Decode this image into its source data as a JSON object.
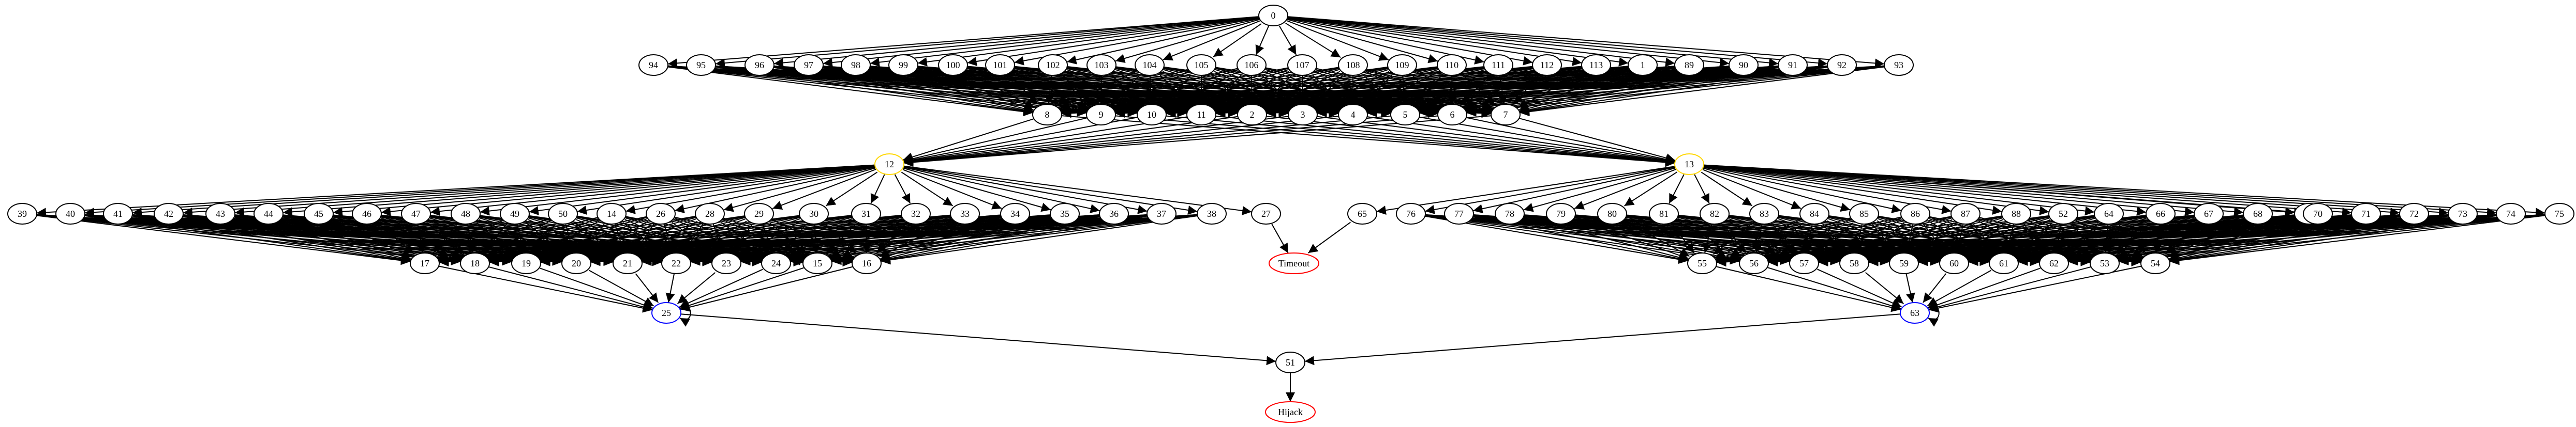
{
  "graph": {
    "nodes": [
      {
        "id": "0",
        "label": "0"
      },
      {
        "id": "94",
        "label": "94"
      },
      {
        "id": "95",
        "label": "95"
      },
      {
        "id": "96",
        "label": "96"
      },
      {
        "id": "97",
        "label": "97"
      },
      {
        "id": "98",
        "label": "98"
      },
      {
        "id": "99",
        "label": "99"
      },
      {
        "id": "100",
        "label": "100"
      },
      {
        "id": "101",
        "label": "101"
      },
      {
        "id": "102",
        "label": "102"
      },
      {
        "id": "103",
        "label": "103"
      },
      {
        "id": "104",
        "label": "104"
      },
      {
        "id": "105",
        "label": "105"
      },
      {
        "id": "106",
        "label": "106"
      },
      {
        "id": "107",
        "label": "107"
      },
      {
        "id": "108",
        "label": "108"
      },
      {
        "id": "109",
        "label": "109"
      },
      {
        "id": "110",
        "label": "110"
      },
      {
        "id": "111",
        "label": "111"
      },
      {
        "id": "112",
        "label": "112"
      },
      {
        "id": "113",
        "label": "113"
      },
      {
        "id": "1",
        "label": "1"
      },
      {
        "id": "89",
        "label": "89"
      },
      {
        "id": "90",
        "label": "90"
      },
      {
        "id": "91",
        "label": "91"
      },
      {
        "id": "92",
        "label": "92"
      },
      {
        "id": "93",
        "label": "93"
      },
      {
        "id": "8",
        "label": "8"
      },
      {
        "id": "9",
        "label": "9"
      },
      {
        "id": "10",
        "label": "10"
      },
      {
        "id": "11",
        "label": "11"
      },
      {
        "id": "2",
        "label": "2"
      },
      {
        "id": "3",
        "label": "3"
      },
      {
        "id": "4",
        "label": "4"
      },
      {
        "id": "5",
        "label": "5"
      },
      {
        "id": "6",
        "label": "6"
      },
      {
        "id": "7",
        "label": "7"
      },
      {
        "id": "12",
        "label": "12",
        "style": "hub"
      },
      {
        "id": "13",
        "label": "13",
        "style": "hub"
      },
      {
        "id": "39",
        "label": "39"
      },
      {
        "id": "40",
        "label": "40"
      },
      {
        "id": "41",
        "label": "41"
      },
      {
        "id": "42",
        "label": "42"
      },
      {
        "id": "43",
        "label": "43"
      },
      {
        "id": "44",
        "label": "44"
      },
      {
        "id": "45",
        "label": "45"
      },
      {
        "id": "46",
        "label": "46"
      },
      {
        "id": "47",
        "label": "47"
      },
      {
        "id": "48",
        "label": "48"
      },
      {
        "id": "49",
        "label": "49"
      },
      {
        "id": "50",
        "label": "50"
      },
      {
        "id": "14",
        "label": "14"
      },
      {
        "id": "26",
        "label": "26"
      },
      {
        "id": "28",
        "label": "28"
      },
      {
        "id": "29",
        "label": "29"
      },
      {
        "id": "30",
        "label": "30"
      },
      {
        "id": "31",
        "label": "31"
      },
      {
        "id": "32",
        "label": "32"
      },
      {
        "id": "33",
        "label": "33"
      },
      {
        "id": "34",
        "label": "34"
      },
      {
        "id": "35",
        "label": "35"
      },
      {
        "id": "36",
        "label": "36"
      },
      {
        "id": "37",
        "label": "37"
      },
      {
        "id": "38",
        "label": "38"
      },
      {
        "id": "27",
        "label": "27"
      },
      {
        "id": "65",
        "label": "65"
      },
      {
        "id": "76",
        "label": "76"
      },
      {
        "id": "77",
        "label": "77"
      },
      {
        "id": "78",
        "label": "78"
      },
      {
        "id": "79",
        "label": "79"
      },
      {
        "id": "80",
        "label": "80"
      },
      {
        "id": "81",
        "label": "81"
      },
      {
        "id": "82",
        "label": "82"
      },
      {
        "id": "83",
        "label": "83"
      },
      {
        "id": "84",
        "label": "84"
      },
      {
        "id": "85",
        "label": "85"
      },
      {
        "id": "86",
        "label": "86"
      },
      {
        "id": "87",
        "label": "87"
      },
      {
        "id": "88",
        "label": "88"
      },
      {
        "id": "52",
        "label": "52"
      },
      {
        "id": "64",
        "label": "64"
      },
      {
        "id": "66",
        "label": "66"
      },
      {
        "id": "67",
        "label": "67"
      },
      {
        "id": "68",
        "label": "68"
      },
      {
        "id": "69",
        "label": "69"
      },
      {
        "id": "70",
        "label": "70"
      },
      {
        "id": "71",
        "label": "71"
      },
      {
        "id": "72",
        "label": "72"
      },
      {
        "id": "73",
        "label": "73"
      },
      {
        "id": "74",
        "label": "74"
      },
      {
        "id": "75",
        "label": "75"
      },
      {
        "id": "17",
        "label": "17"
      },
      {
        "id": "18",
        "label": "18"
      },
      {
        "id": "19",
        "label": "19"
      },
      {
        "id": "20",
        "label": "20"
      },
      {
        "id": "21",
        "label": "21"
      },
      {
        "id": "22",
        "label": "22"
      },
      {
        "id": "23",
        "label": "23"
      },
      {
        "id": "24",
        "label": "24"
      },
      {
        "id": "15",
        "label": "15"
      },
      {
        "id": "16",
        "label": "16"
      },
      {
        "id": "Timeout",
        "label": "Timeout",
        "style": "end"
      },
      {
        "id": "55",
        "label": "55"
      },
      {
        "id": "56",
        "label": "56"
      },
      {
        "id": "57",
        "label": "57"
      },
      {
        "id": "58",
        "label": "58"
      },
      {
        "id": "59",
        "label": "59"
      },
      {
        "id": "60",
        "label": "60"
      },
      {
        "id": "61",
        "label": "61"
      },
      {
        "id": "62",
        "label": "62"
      },
      {
        "id": "53",
        "label": "53"
      },
      {
        "id": "54",
        "label": "54"
      },
      {
        "id": "25",
        "label": "25",
        "style": "sink"
      },
      {
        "id": "63",
        "label": "63",
        "style": "sink"
      },
      {
        "id": "51",
        "label": "51"
      },
      {
        "id": "Hijack",
        "label": "Hijack",
        "style": "end"
      }
    ],
    "edges": [
      [
        "8",
        "12"
      ],
      [
        "9",
        "12"
      ],
      [
        "10",
        "12"
      ],
      [
        "11",
        "12"
      ],
      [
        "2",
        "12"
      ],
      [
        "3",
        "12"
      ],
      [
        "4",
        "12"
      ],
      [
        "5",
        "12"
      ],
      [
        "6",
        "12"
      ],
      [
        "7",
        "12"
      ],
      [
        "8",
        "13"
      ],
      [
        "9",
        "13"
      ],
      [
        "10",
        "13"
      ],
      [
        "11",
        "13"
      ],
      [
        "2",
        "13"
      ],
      [
        "3",
        "13"
      ],
      [
        "4",
        "13"
      ],
      [
        "5",
        "13"
      ],
      [
        "6",
        "13"
      ],
      [
        "7",
        "13"
      ],
      [
        "27",
        "Timeout"
      ],
      [
        "65",
        "Timeout"
      ],
      [
        "17",
        "25"
      ],
      [
        "18",
        "25"
      ],
      [
        "19",
        "25"
      ],
      [
        "20",
        "25"
      ],
      [
        "21",
        "25"
      ],
      [
        "22",
        "25"
      ],
      [
        "23",
        "25"
      ],
      [
        "24",
        "25"
      ],
      [
        "15",
        "25"
      ],
      [
        "16",
        "25"
      ],
      [
        "55",
        "63"
      ],
      [
        "56",
        "63"
      ],
      [
        "57",
        "63"
      ],
      [
        "58",
        "63"
      ],
      [
        "59",
        "63"
      ],
      [
        "60",
        "63"
      ],
      [
        "61",
        "63"
      ],
      [
        "62",
        "63"
      ],
      [
        "53",
        "63"
      ],
      [
        "54",
        "63"
      ],
      [
        "25",
        "51"
      ],
      [
        "63",
        "51"
      ],
      [
        "51",
        "Hijack"
      ]
    ],
    "fanout": [
      {
        "from": [
          "0"
        ],
        "to": [
          "94",
          "95",
          "96",
          "97",
          "98",
          "99",
          "100",
          "101",
          "102",
          "103",
          "104",
          "105",
          "106",
          "107",
          "108",
          "109",
          "110",
          "111",
          "112",
          "113",
          "1",
          "89",
          "90",
          "91",
          "92",
          "93"
        ]
      },
      {
        "from": [
          "94",
          "95",
          "96",
          "97",
          "98",
          "99",
          "100",
          "101",
          "102",
          "103",
          "104",
          "105",
          "106",
          "107",
          "108",
          "109",
          "110",
          "111",
          "112",
          "113",
          "1",
          "89",
          "90",
          "91",
          "92",
          "93"
        ],
        "to": [
          "8",
          "9",
          "10",
          "11",
          "2",
          "3",
          "4",
          "5",
          "6",
          "7"
        ]
      },
      {
        "from": [
          "12"
        ],
        "to": [
          "39",
          "40",
          "41",
          "42",
          "43",
          "44",
          "45",
          "46",
          "47",
          "48",
          "49",
          "50",
          "14",
          "26",
          "28",
          "29",
          "30",
          "31",
          "32",
          "33",
          "34",
          "35",
          "36",
          "37",
          "38",
          "27"
        ]
      },
      {
        "from": [
          "13"
        ],
        "to": [
          "65",
          "76",
          "77",
          "78",
          "79",
          "80",
          "81",
          "82",
          "83",
          "84",
          "85",
          "86",
          "87",
          "88",
          "52",
          "64",
          "66",
          "67",
          "68",
          "69",
          "70",
          "71",
          "72",
          "73",
          "74",
          "75"
        ]
      },
      {
        "from": [
          "39",
          "40",
          "41",
          "42",
          "43",
          "44",
          "45",
          "46",
          "47",
          "48",
          "49",
          "50",
          "14",
          "26",
          "28",
          "29",
          "30",
          "31",
          "32",
          "33",
          "34",
          "35",
          "36",
          "37",
          "38"
        ],
        "to": [
          "17",
          "18",
          "19",
          "20",
          "21",
          "22",
          "23",
          "24",
          "15",
          "16"
        ]
      },
      {
        "from": [
          "76",
          "77",
          "78",
          "79",
          "80",
          "81",
          "82",
          "83",
          "84",
          "85",
          "86",
          "87",
          "88",
          "52",
          "64",
          "66",
          "67",
          "68",
          "69",
          "70",
          "71",
          "72",
          "73",
          "74",
          "75"
        ],
        "to": [
          "55",
          "56",
          "57",
          "58",
          "59",
          "60",
          "61",
          "62",
          "53",
          "54"
        ]
      }
    ],
    "self_loops": [
      "25",
      "63"
    ],
    "colors": {
      "hub": "#ffd700",
      "sink": "#0000ff",
      "end": "#ff0000",
      "default": "#000000"
    }
  }
}
